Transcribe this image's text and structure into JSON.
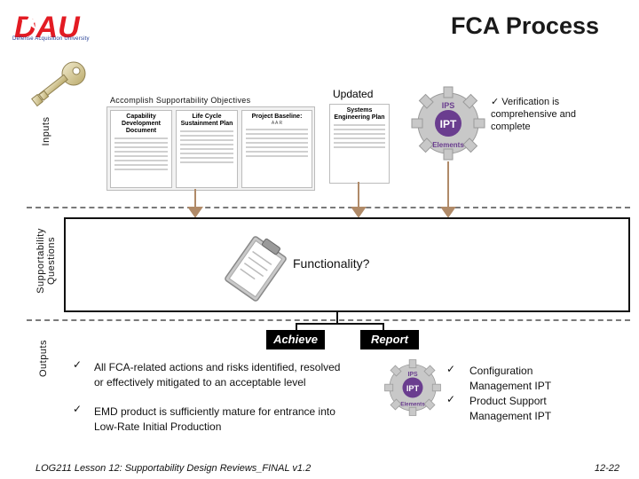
{
  "header": {
    "logo_text": "DAU",
    "logo_subtitle": "Defense Acquisition University",
    "title": "FCA Process"
  },
  "rows": {
    "inputs": "Inputs",
    "questions_line1": "Supportability",
    "questions_line2": "Questions",
    "outputs": "Outputs"
  },
  "inputs_section": {
    "heading": "Accomplish Supportability Objectives",
    "updated_label": "Updated",
    "documents": [
      {
        "title": "Capability Development Document"
      },
      {
        "title": "Life Cycle Sustainment Plan"
      },
      {
        "title": "Project Baseline:",
        "sub": "A  A  R"
      },
      {
        "title": "Systems Engineering Plan"
      }
    ],
    "verification": "Verification is comprehensive and complete",
    "gear_top_label": "IPS",
    "gear_center_label": "IPT",
    "gear_bottom_label": "Elements"
  },
  "questions_section": {
    "question": "Functionality?"
  },
  "outputs_section": {
    "achieve_label": "Achieve",
    "report_label": "Report",
    "achieve_items": [
      "All FCA-related actions and risks identified, resolved or effectively mitigated to an acceptable level",
      "EMD product is sufficiently mature for entrance into Low-Rate Initial Production"
    ],
    "report_items": [
      "Configuration Management IPT",
      "Product Support Management IPT"
    ]
  },
  "footer": {
    "text": "LOG211 Lesson 12: Supportability Design Reviews_FINAL v1.2",
    "page": "12-22"
  },
  "colors": {
    "arrow": "#b08a68",
    "logo_red": "#e31b23",
    "logo_blue": "#1f3a93",
    "gear_purple": "#6a3d8f",
    "key_gold": "#cfc08a"
  }
}
